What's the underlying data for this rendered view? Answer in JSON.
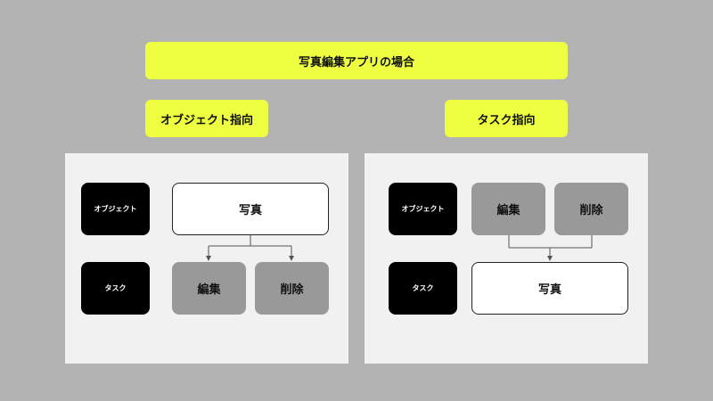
{
  "title": "写真編集アプリの場合",
  "left": {
    "heading": "オブジェクト指向",
    "object_label": "オブジェクト",
    "task_label": "タスク",
    "object_box": "写真",
    "task_boxes": [
      "編集",
      "削除"
    ]
  },
  "right": {
    "heading": "タスク指向",
    "object_label": "オブジェクト",
    "task_label": "タスク",
    "task_boxes": [
      "編集",
      "削除"
    ],
    "object_box": "写真"
  },
  "colors": {
    "background": "#b3b3b3",
    "accent": "#eeff41",
    "panel": "#f1f1f1",
    "label_box": "#000000",
    "task_box": "#999999",
    "object_box": "#ffffff"
  }
}
